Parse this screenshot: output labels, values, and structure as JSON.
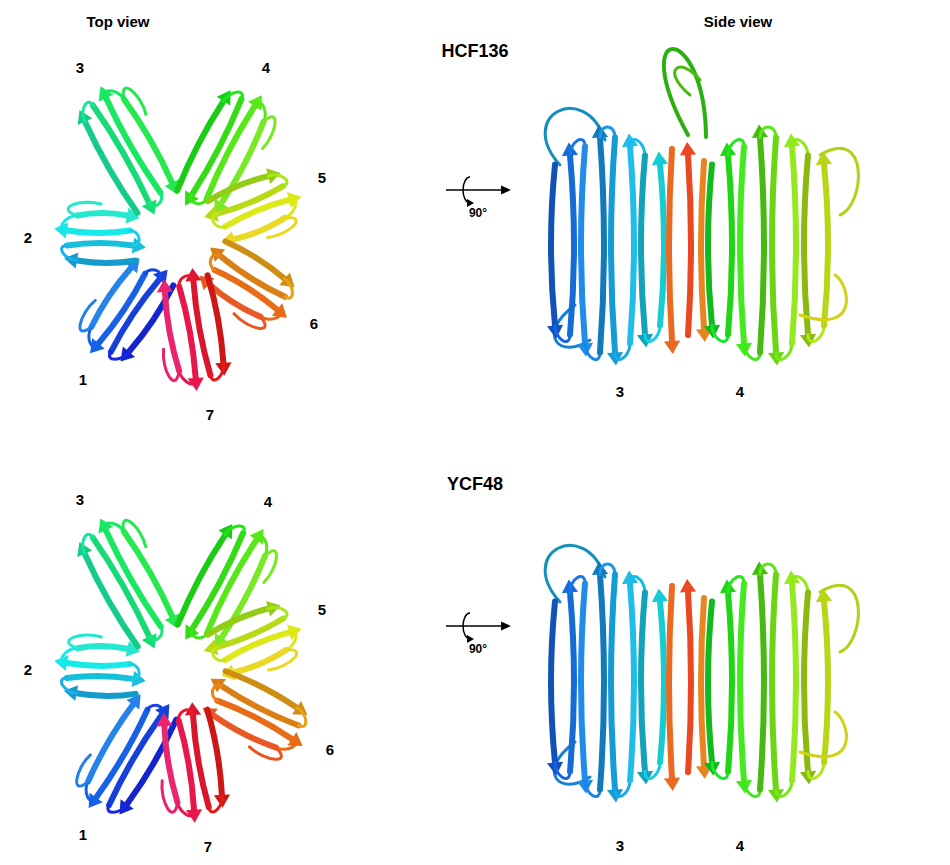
{
  "diagram": {
    "labels": [
      "Top view",
      "Side view",
      "HCF136",
      "3",
      "4",
      "2",
      "5",
      "6",
      "1",
      "7",
      "90°",
      "3",
      "4",
      "YCF48",
      "3",
      "4",
      "2",
      "5",
      "6",
      "1",
      "7",
      "90°",
      "3",
      "4"
    ]
  }
}
